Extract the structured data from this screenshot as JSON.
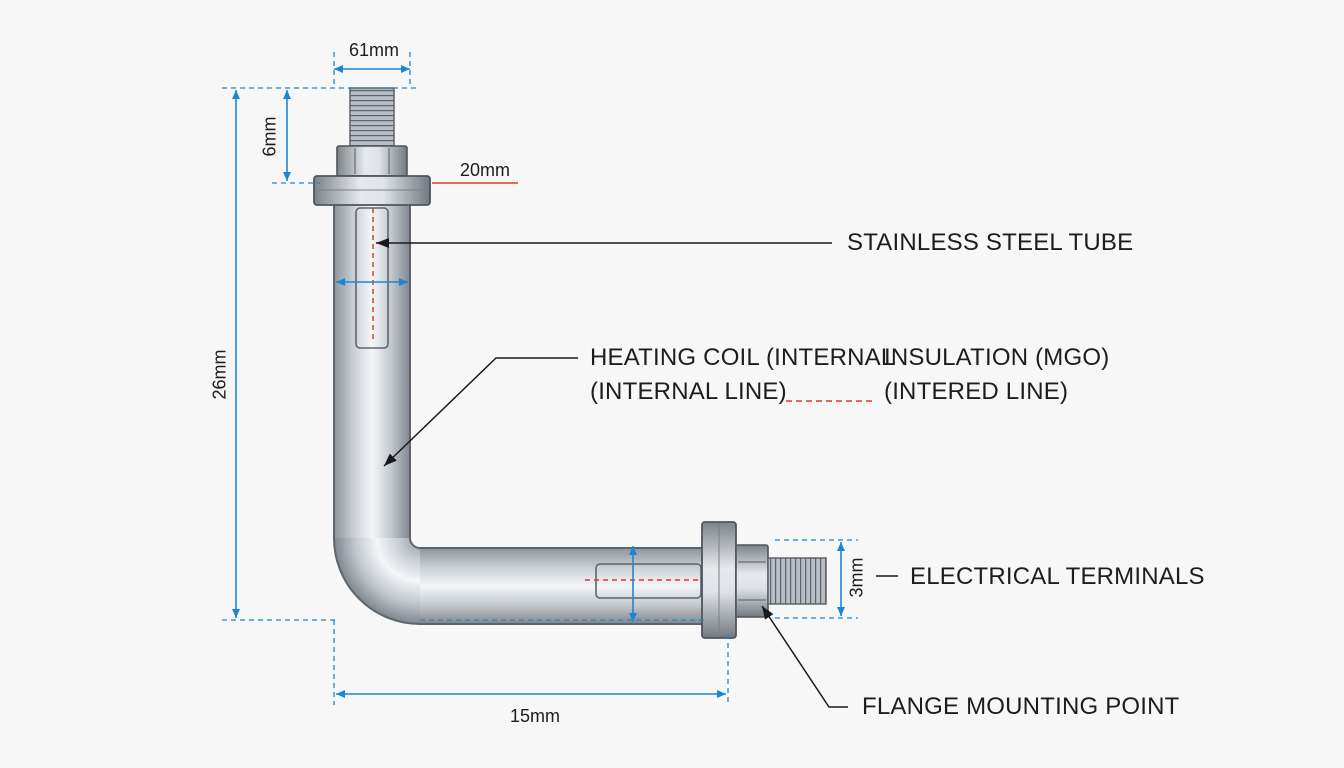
{
  "dimensions": {
    "top_width": "61mm",
    "thread_height": "6mm",
    "flange_offset": "20mm",
    "total_height": "26mm",
    "horizontal_length": "15mm",
    "terminal_height": "3mm"
  },
  "callouts": {
    "stainless_steel_tube": "STAINLESS STEEL TUBE",
    "heating_coil_line1": "HEATING COIL (INTERNAL",
    "heating_coil_line2": "(INTERNAL LINE)",
    "insulation_line1": "INSULATION (MGO)",
    "insulation_line2": "(INTERED LINE)",
    "electrical_terminals": "ELECTRICAL TERMINALS",
    "flange_mounting_point": "FLANGE MOUNTING POINT"
  },
  "colors": {
    "dimension_blue": "#1a87d6",
    "internal_red": "#e0392f",
    "leader_black": "#1a1a1a",
    "steel_light": "#e9ecef",
    "steel_dark": "#8e949b"
  }
}
